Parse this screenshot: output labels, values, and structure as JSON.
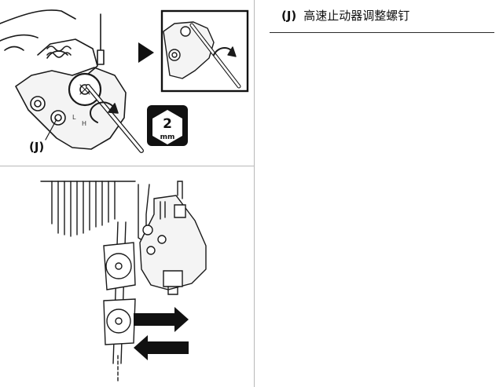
{
  "callout": {
    "code": "(J)"
  },
  "tool_badge": {
    "size": "2",
    "unit": "mm"
  },
  "caption": {
    "code": "(J)",
    "text": "高速止动器调整螺钉"
  },
  "diagram_labels": {
    "low": "L",
    "high": "H"
  }
}
